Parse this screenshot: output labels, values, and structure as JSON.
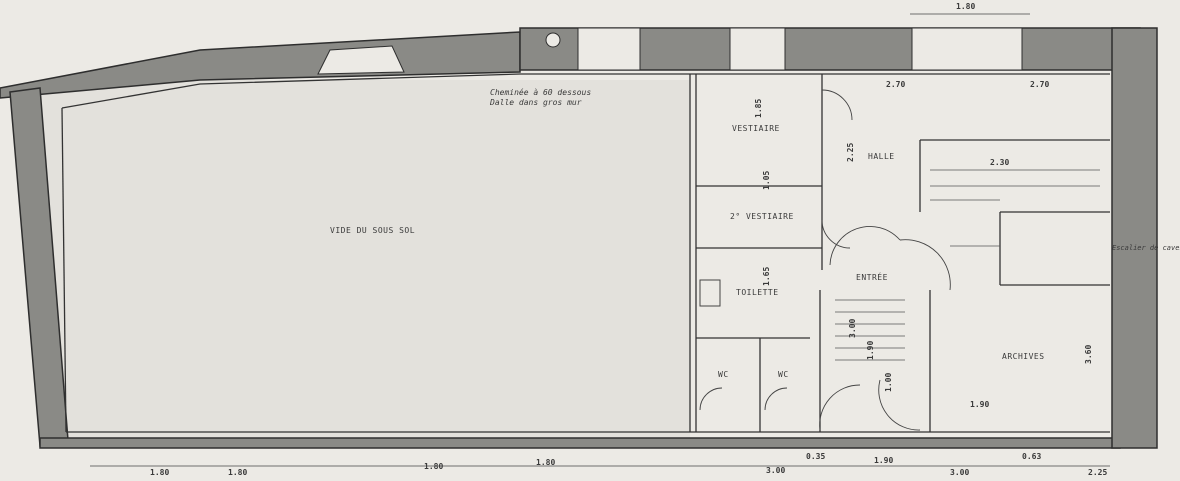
{
  "plan": {
    "rooms": {
      "vide": "VIDE DU SOUS SOL",
      "vestiaire": "VESTIAIRE",
      "vestiaire2": "2° VESTIAIRE",
      "halle": "HALLE",
      "entree": "ENTRÉE",
      "toilette": "TOILETTE",
      "wc1": "WC",
      "wc2": "WC",
      "archives": "ARCHIVES",
      "escalier": "Escalier de caves"
    },
    "notes": {
      "cheminee_l1": "Cheminée à 60 dessous",
      "cheminee_l2": "Dalle dans gros mur"
    },
    "dims": {
      "top_1": "1.80",
      "top_2": "2.70",
      "top_3": "2.70",
      "top_4": "2.30",
      "vest_w": "1.85",
      "hall_v": "2.25",
      "vest2_v": "1.05",
      "toil_v": "1.65",
      "arch_v": "3.60",
      "arch_h": "1.90",
      "stair_1": "3.00",
      "stair_2": "1.90",
      "stair_3": "1.00",
      "b1": "1.80",
      "b2": "1.80",
      "b3": "1.80",
      "b4": "1.80",
      "b5": "3.00",
      "b6": "3.00",
      "b7": "2.25",
      "b8": "0.35",
      "b9": "0.63",
      "b10": "1.90"
    }
  }
}
